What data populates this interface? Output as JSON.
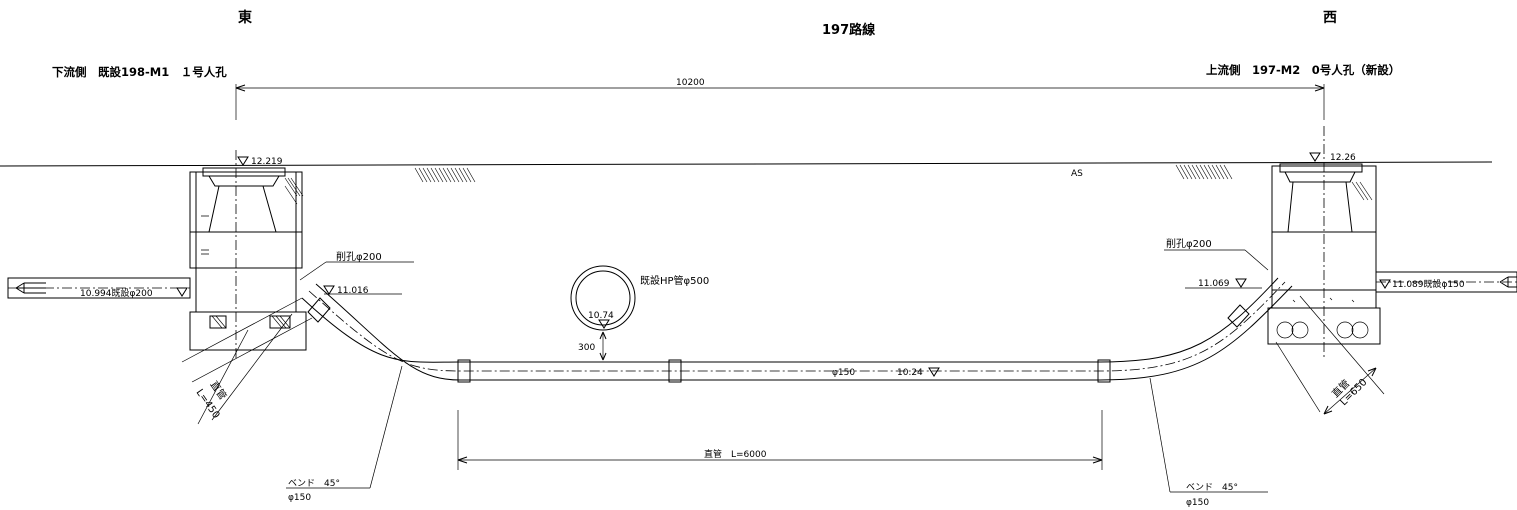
{
  "header": {
    "east": "東",
    "west": "西",
    "route": "197路線"
  },
  "manholes": {
    "downstream": "下流側　既設198-M1　１号人孔",
    "upstream": "上流側　197-M2　0号人孔（新設）"
  },
  "dimensions": {
    "total": "10200",
    "straight": "直管　L=6000",
    "clearance": "300"
  },
  "levels": {
    "ground_left": "12.219",
    "ground_right": "12.26",
    "pipe_left_out": "10.994既設φ200",
    "invert_left": "11.016",
    "invert_right": "11.069",
    "pipe_right_in": "11.089既設φ150",
    "hp_bottom": "10.74",
    "pipe_mid": "10.24"
  },
  "labels": {
    "surface": "AS",
    "core_left": "削孔φ200",
    "core_right": "削孔φ200",
    "hp_pipe": "既設HP管φ500",
    "pipe_size": "φ150",
    "bend_left": "ベンド　45°",
    "bend_left_size": "φ150",
    "bend_right": "ベンド　45°",
    "bend_right_size": "φ150",
    "straight_left": "直管",
    "straight_left_len": "L=450",
    "straight_right": "直管",
    "straight_right_len": "L=650"
  }
}
